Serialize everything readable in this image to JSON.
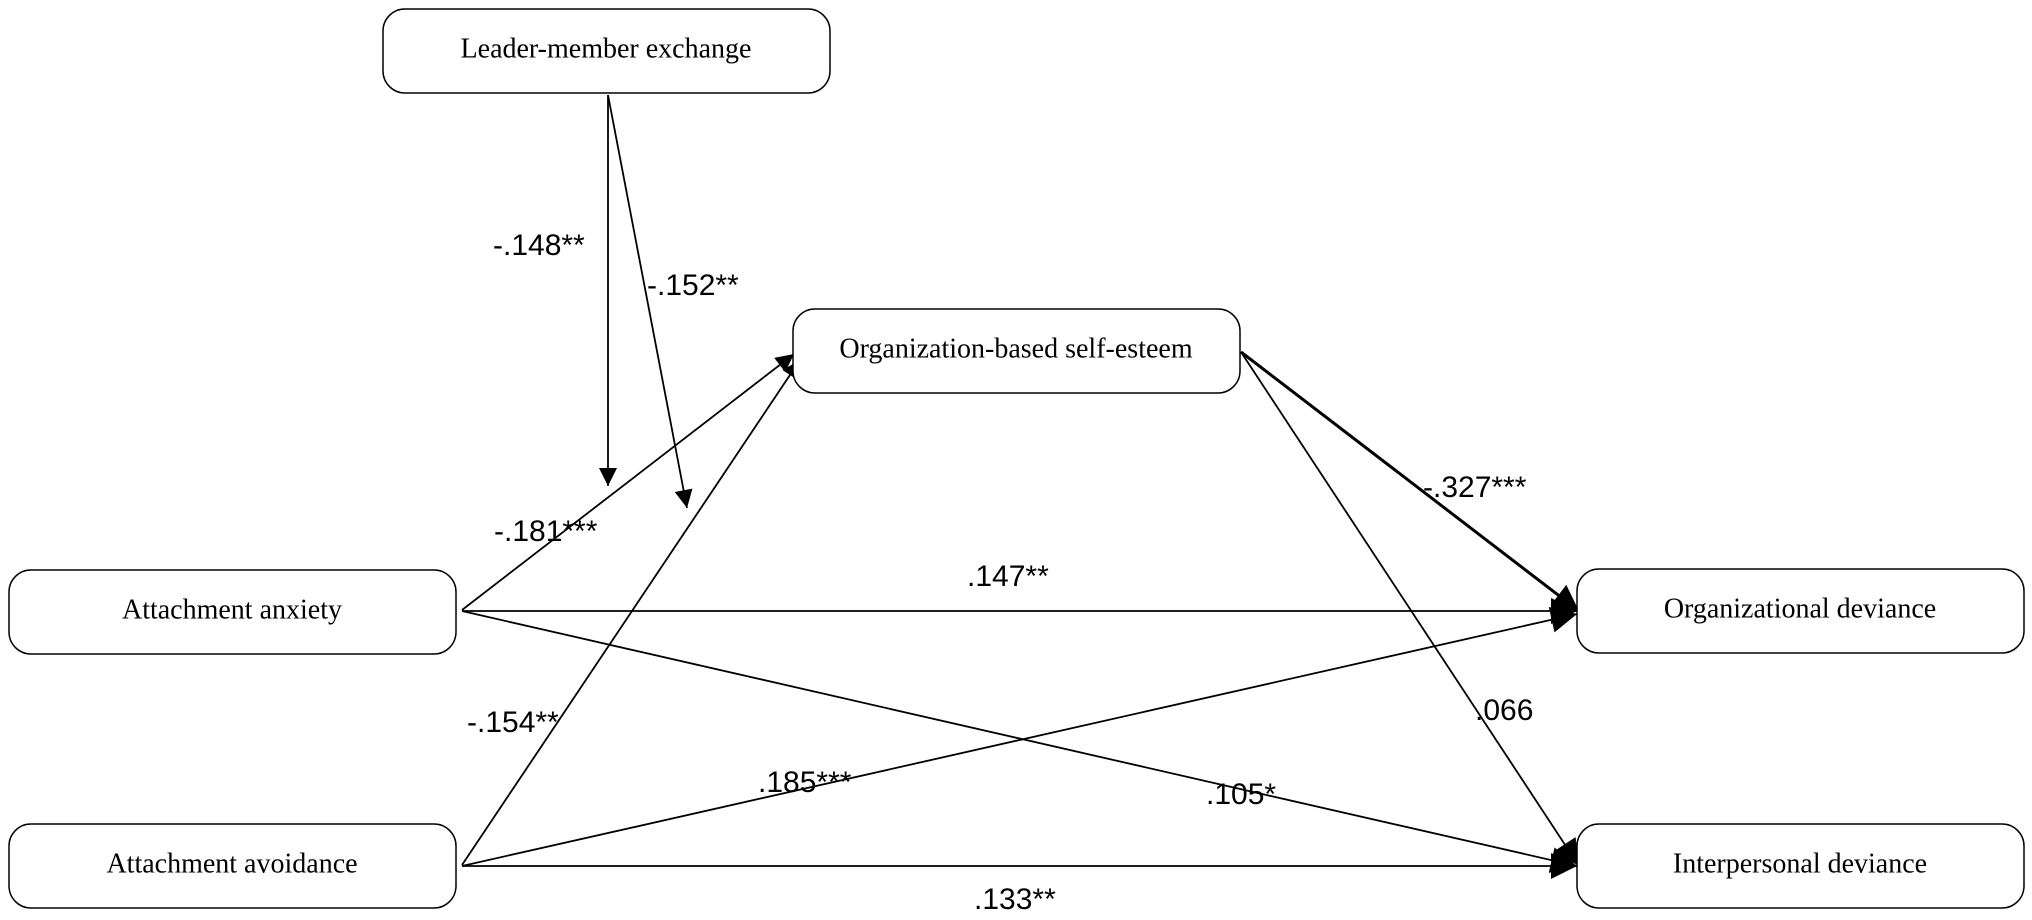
{
  "nodes": {
    "lmx": "Leader-member exchange",
    "obse": "Organization-based self-esteem",
    "anxiety": "Attachment anxiety",
    "avoidance": "Attachment avoidance",
    "org_deviance": "Organizational deviance",
    "int_deviance": "Interpersonal deviance"
  },
  "paths": {
    "lmx_mod_anxiety": "-.148**",
    "lmx_mod_avoidance": "-.152**",
    "anxiety_to_obse": "-.181***",
    "avoidance_to_obse": "-.154**",
    "obse_to_org": "-.327***",
    "obse_to_int": ".066",
    "anxiety_to_org": ".147**",
    "anxiety_to_int": ".105*",
    "avoidance_to_org": ".185***",
    "avoidance_to_int": ".133**"
  }
}
